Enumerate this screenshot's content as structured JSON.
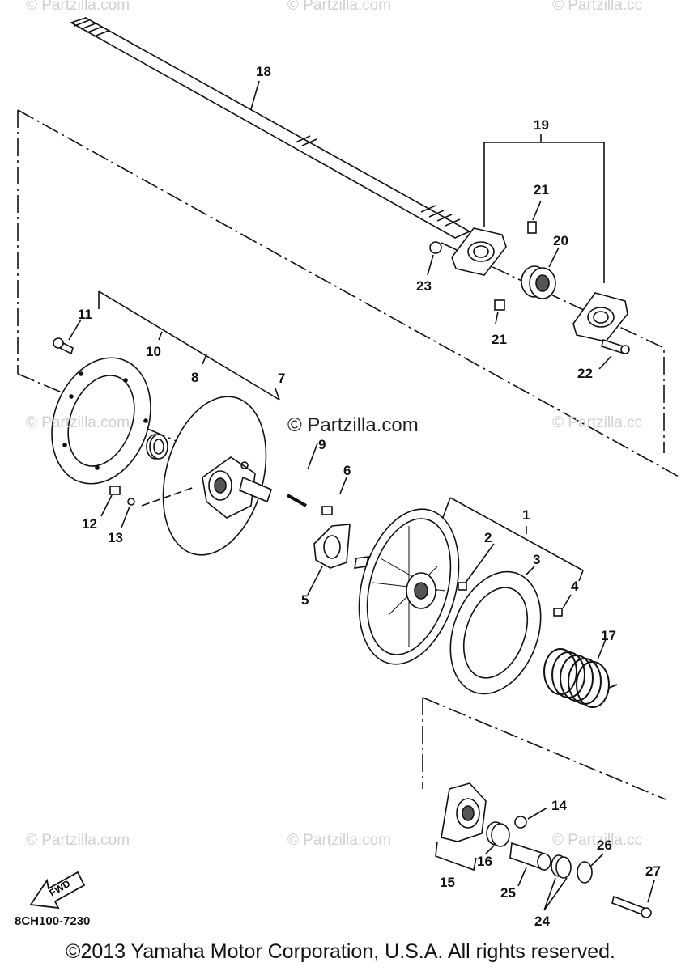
{
  "watermarks": {
    "w1": "© Partzilla.com",
    "w2": "© Partzilla.com",
    "w3": "© Partzilla.cc",
    "w4": "© Partzilla.com",
    "w5": "© Partzilla.cc",
    "w6": "© Partzilla.com",
    "w7": "© Partzilla.com",
    "w8": "© Partzilla.cc",
    "center": "© Partzilla.com"
  },
  "callouts": {
    "c1": "1",
    "c2": "2",
    "c3": "3",
    "c4": "4",
    "c5": "5",
    "c6": "6",
    "c7": "7",
    "c8": "8",
    "c9": "9",
    "c10": "10",
    "c11": "11",
    "c12": "12",
    "c13": "13",
    "c14": "14",
    "c15": "15",
    "c16": "16",
    "c17": "17",
    "c18": "18",
    "c19": "19",
    "c20": "20",
    "c21a": "21",
    "c21b": "21",
    "c22": "22",
    "c23": "23",
    "c24": "24",
    "c25": "25",
    "c26": "26",
    "c27": "27"
  },
  "fwd_arrow_label": "FWD",
  "diagram_code": "8CH100-7230",
  "copyright": "©2013  Yamaha Motor Corporation, U.S.A. All rights reserved."
}
